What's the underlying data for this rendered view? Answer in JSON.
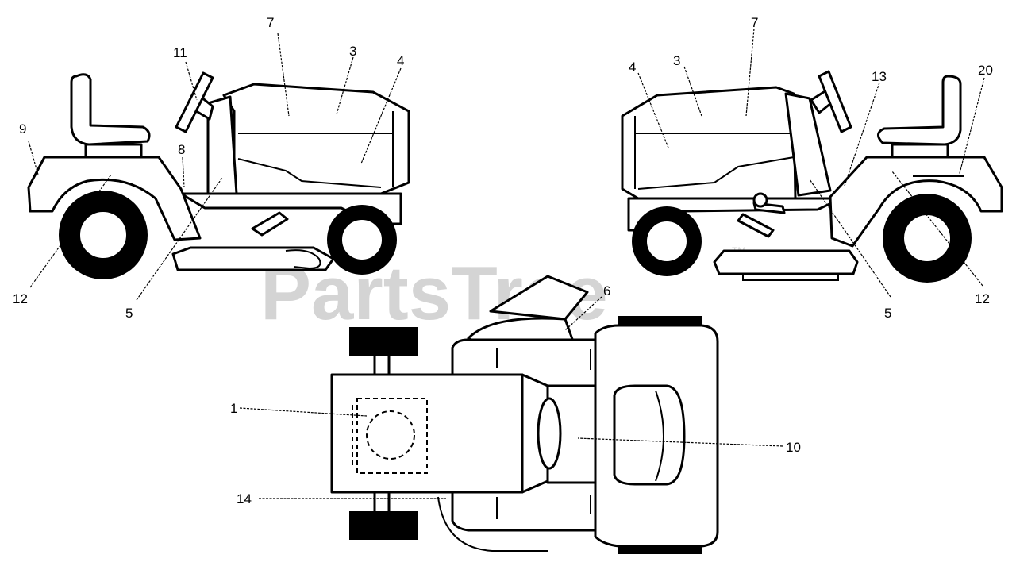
{
  "watermark": {
    "text": "PartsTree",
    "trademark": "TM"
  },
  "callouts": {
    "left_view": [
      "9",
      "11",
      "7",
      "3",
      "4",
      "8",
      "12",
      "5"
    ],
    "right_view": [
      "4",
      "3",
      "7",
      "13",
      "20",
      "5",
      "12"
    ],
    "top_view": [
      "6",
      "1",
      "10",
      "14"
    ]
  }
}
